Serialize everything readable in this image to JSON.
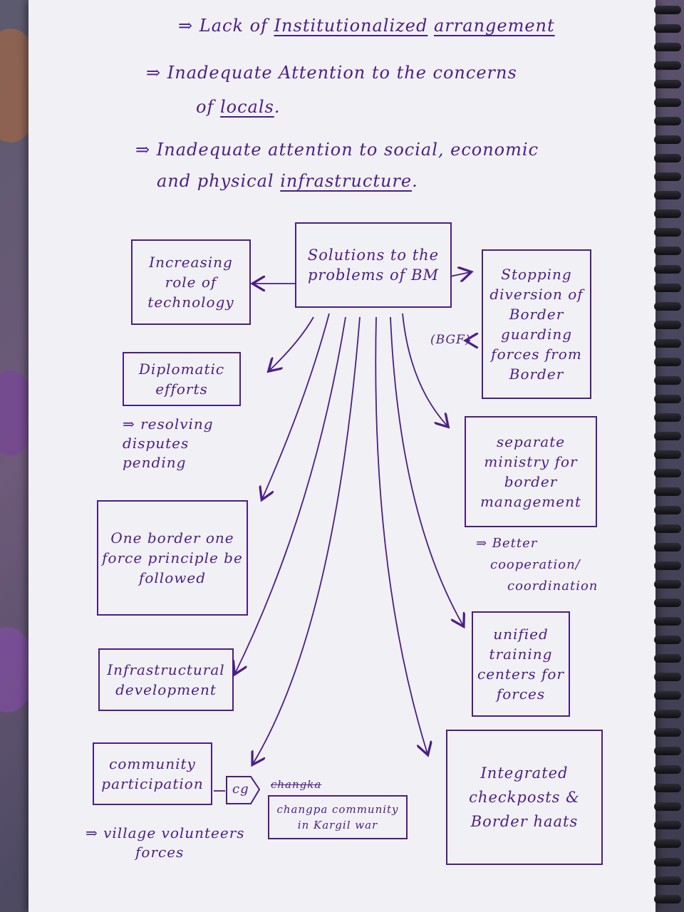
{
  "intro_points": [
    {
      "arrow": "⇒",
      "pre": "Lack of ",
      "u1": "Institutionalized",
      "mid": " ",
      "u2": "arrangement",
      "post": ""
    },
    {
      "arrow": "⇒",
      "pre": "Inadequate Attention to the concerns"
    },
    {
      "pre": "of ",
      "u1": "locals",
      "post": "."
    },
    {
      "arrow": "⇒",
      "pre": "Inadequate attention to social, economic"
    },
    {
      "pre": "and physical ",
      "u1": "infrastructure",
      "post": "."
    }
  ],
  "center": {
    "label": "Solutions to the problems of BM"
  },
  "left_boxes": {
    "technology": "Increasing role of technology",
    "diplomatic": "Diplomatic efforts",
    "one_border": "One border one force principle be followed",
    "infra": "Infrastructural development",
    "community": "community participation"
  },
  "left_notes": {
    "diplomatic_note": "⇒ resolving disputes pending",
    "community_note_line1": "⇒ village volunteers",
    "community_note_line2": "forces"
  },
  "right_boxes": {
    "stopping": "Stopping diversion of Border guarding forces from Border",
    "ministry": "separate ministry for border management",
    "training": "unified training centers for forces",
    "checkposts": "Integrated checkposts & Border haats"
  },
  "right_notes": {
    "bgf": "(BGF)",
    "ministry_note_line1": "⇒ Better",
    "ministry_note_line2": "cooperation/",
    "ministry_note_line3": "coordination"
  },
  "cg": {
    "tag": "cg",
    "struck": "changka",
    "line1": "changpa community",
    "line2": "in Kargil war"
  }
}
